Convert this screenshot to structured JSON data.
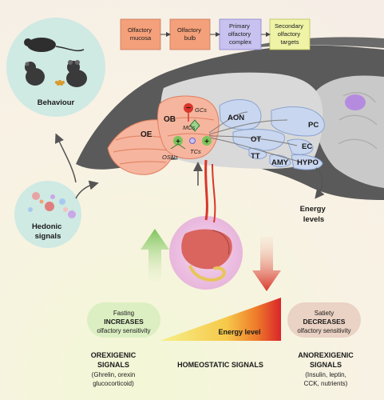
{
  "flow": {
    "box1": [
      "Olfactory",
      "mucosa"
    ],
    "box2": [
      "Olfactory",
      "bulb"
    ],
    "box3": [
      "Primary",
      "olfactory",
      "complex"
    ],
    "box4": [
      "Secondary",
      "olfactory",
      "targets"
    ]
  },
  "behaviour": "Behaviour",
  "hedonic": [
    "Hedonic",
    "signals"
  ],
  "brain_labels": {
    "oe": "OE",
    "ob": "OB",
    "gcs": "GCs",
    "mcs": "MCs",
    "tcs": "TCs",
    "osns": "OSNs",
    "aon": "AON",
    "pc": "PC",
    "ot": "OT",
    "ec": "EC",
    "tt": "TT",
    "amy": "AMY",
    "hypo": "HYPO"
  },
  "energy_levels": [
    "Energy",
    "levels"
  ],
  "fasting": {
    "line1": "Fasting",
    "line2": "INCREASES",
    "line3": "olfactory sensitivity"
  },
  "satiety": {
    "line1": "Satiety",
    "line2": "DECREASES",
    "line3": "olfactory sensitivity"
  },
  "energy_level": "Energy level",
  "orexigenic": {
    "line1": "OREXIGENIC",
    "line2": "SIGNALS",
    "line3": "(Ghrelin, orexin",
    "line4": "glucocorticoid)"
  },
  "homeostatic": "HOMEOSTATIC SIGNALS",
  "anorexigenic": {
    "line1": "ANOREXIGENIC",
    "line2": "SIGNALS",
    "line3": "(Insulin, leptin,",
    "line4": "CCK, nutrients)"
  },
  "colors": {
    "box1": "#f4a07a",
    "box2": "#f4a07a",
    "box3": "#c7c2ef",
    "box4": "#eef3a6",
    "green_arrow": "#7cc45a",
    "red_arrow": "#d9362b",
    "head": "#5a5a5a",
    "brain_orange": "#f6b59e",
    "brain_blue": "#c9d6ef"
  }
}
